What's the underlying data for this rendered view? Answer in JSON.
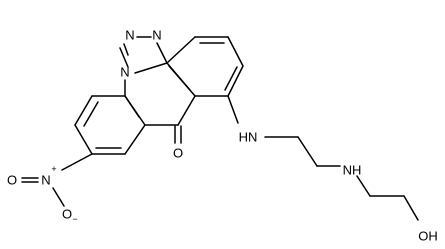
{
  "atom_labels": {
    "n1": "N",
    "n2": "N",
    "n3": "N",
    "o_keto": "O",
    "nh1": "HN",
    "nh2": "NH",
    "oh": "OH",
    "nitro_n": "N",
    "nitro_n_charge": "+",
    "nitro_o1": "O",
    "nitro_o2": "O",
    "nitro_o2_charge": "−"
  }
}
